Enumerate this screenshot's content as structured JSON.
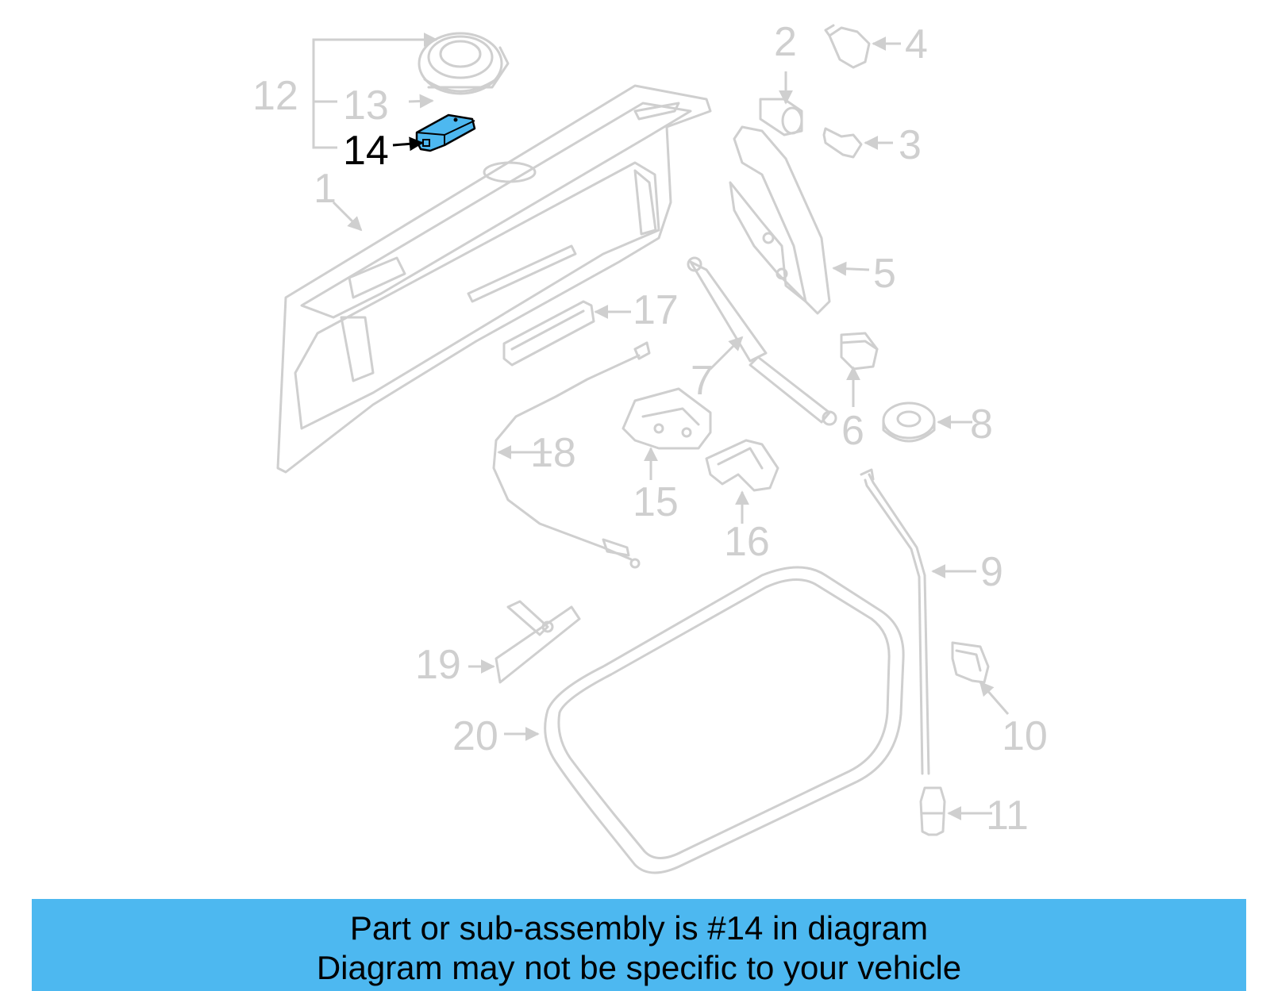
{
  "diagram": {
    "highlight_color": "#4db8f0",
    "line_color": "#cfcfcf",
    "active_callout": "14",
    "callouts": [
      "1",
      "2",
      "3",
      "4",
      "5",
      "6",
      "7",
      "8",
      "9",
      "10",
      "11",
      "12",
      "13",
      "14",
      "15",
      "16",
      "17",
      "18",
      "19",
      "20"
    ]
  },
  "banner": {
    "line1": "Part or sub-assembly is #14 in diagram",
    "line2": "Diagram may not be specific to your vehicle",
    "background": "#4db8f0"
  }
}
